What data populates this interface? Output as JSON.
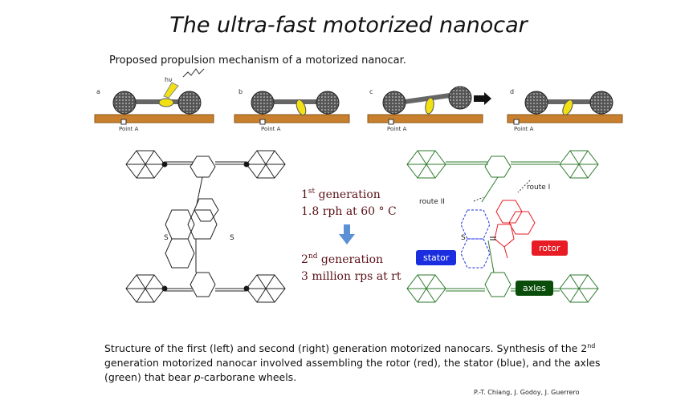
{
  "slide": {
    "title": "The ultra-fast motorized nanocar",
    "subtitle": "Proposed propulsion mechanism of a motorized nanocar."
  },
  "panels": [
    {
      "letter": "a",
      "point_label": "Point A",
      "hv_label": "hν"
    },
    {
      "letter": "b",
      "point_label": "Point A"
    },
    {
      "letter": "c",
      "point_label": "Point A"
    },
    {
      "letter": "d",
      "point_label": "Point A"
    }
  ],
  "generations": {
    "first_sup": "st",
    "first_num": "1",
    "first_label": " generation",
    "first_speed": "1.8 rph at 60 ° C",
    "second_num": "2",
    "second_sup": "nd",
    "second_label": " generation",
    "second_speed": "3 million rps at rt"
  },
  "labels": {
    "route1": "route I",
    "route2": "route II",
    "stator": "stator",
    "rotor": "rotor",
    "axles": "axles",
    "s": "S"
  },
  "colors": {
    "stator": "#1a2ee0",
    "rotor": "#e81c24",
    "axles": "#0a4d0a",
    "generation_text": "#5a1218"
  },
  "caption": {
    "part1": "Structure of the first (left) and second (right) generation motorized nanocars. Synthesis of the 2",
    "sup": "nd",
    "part2": " generation motorized nanocar involved assembling the rotor (red), the stator (blue), and the axles (green) that bear ",
    "italic": "p",
    "part3": "-carborane wheels."
  },
  "credit": "P.-T. Chiang, J. Godoy, J. Guerrero"
}
